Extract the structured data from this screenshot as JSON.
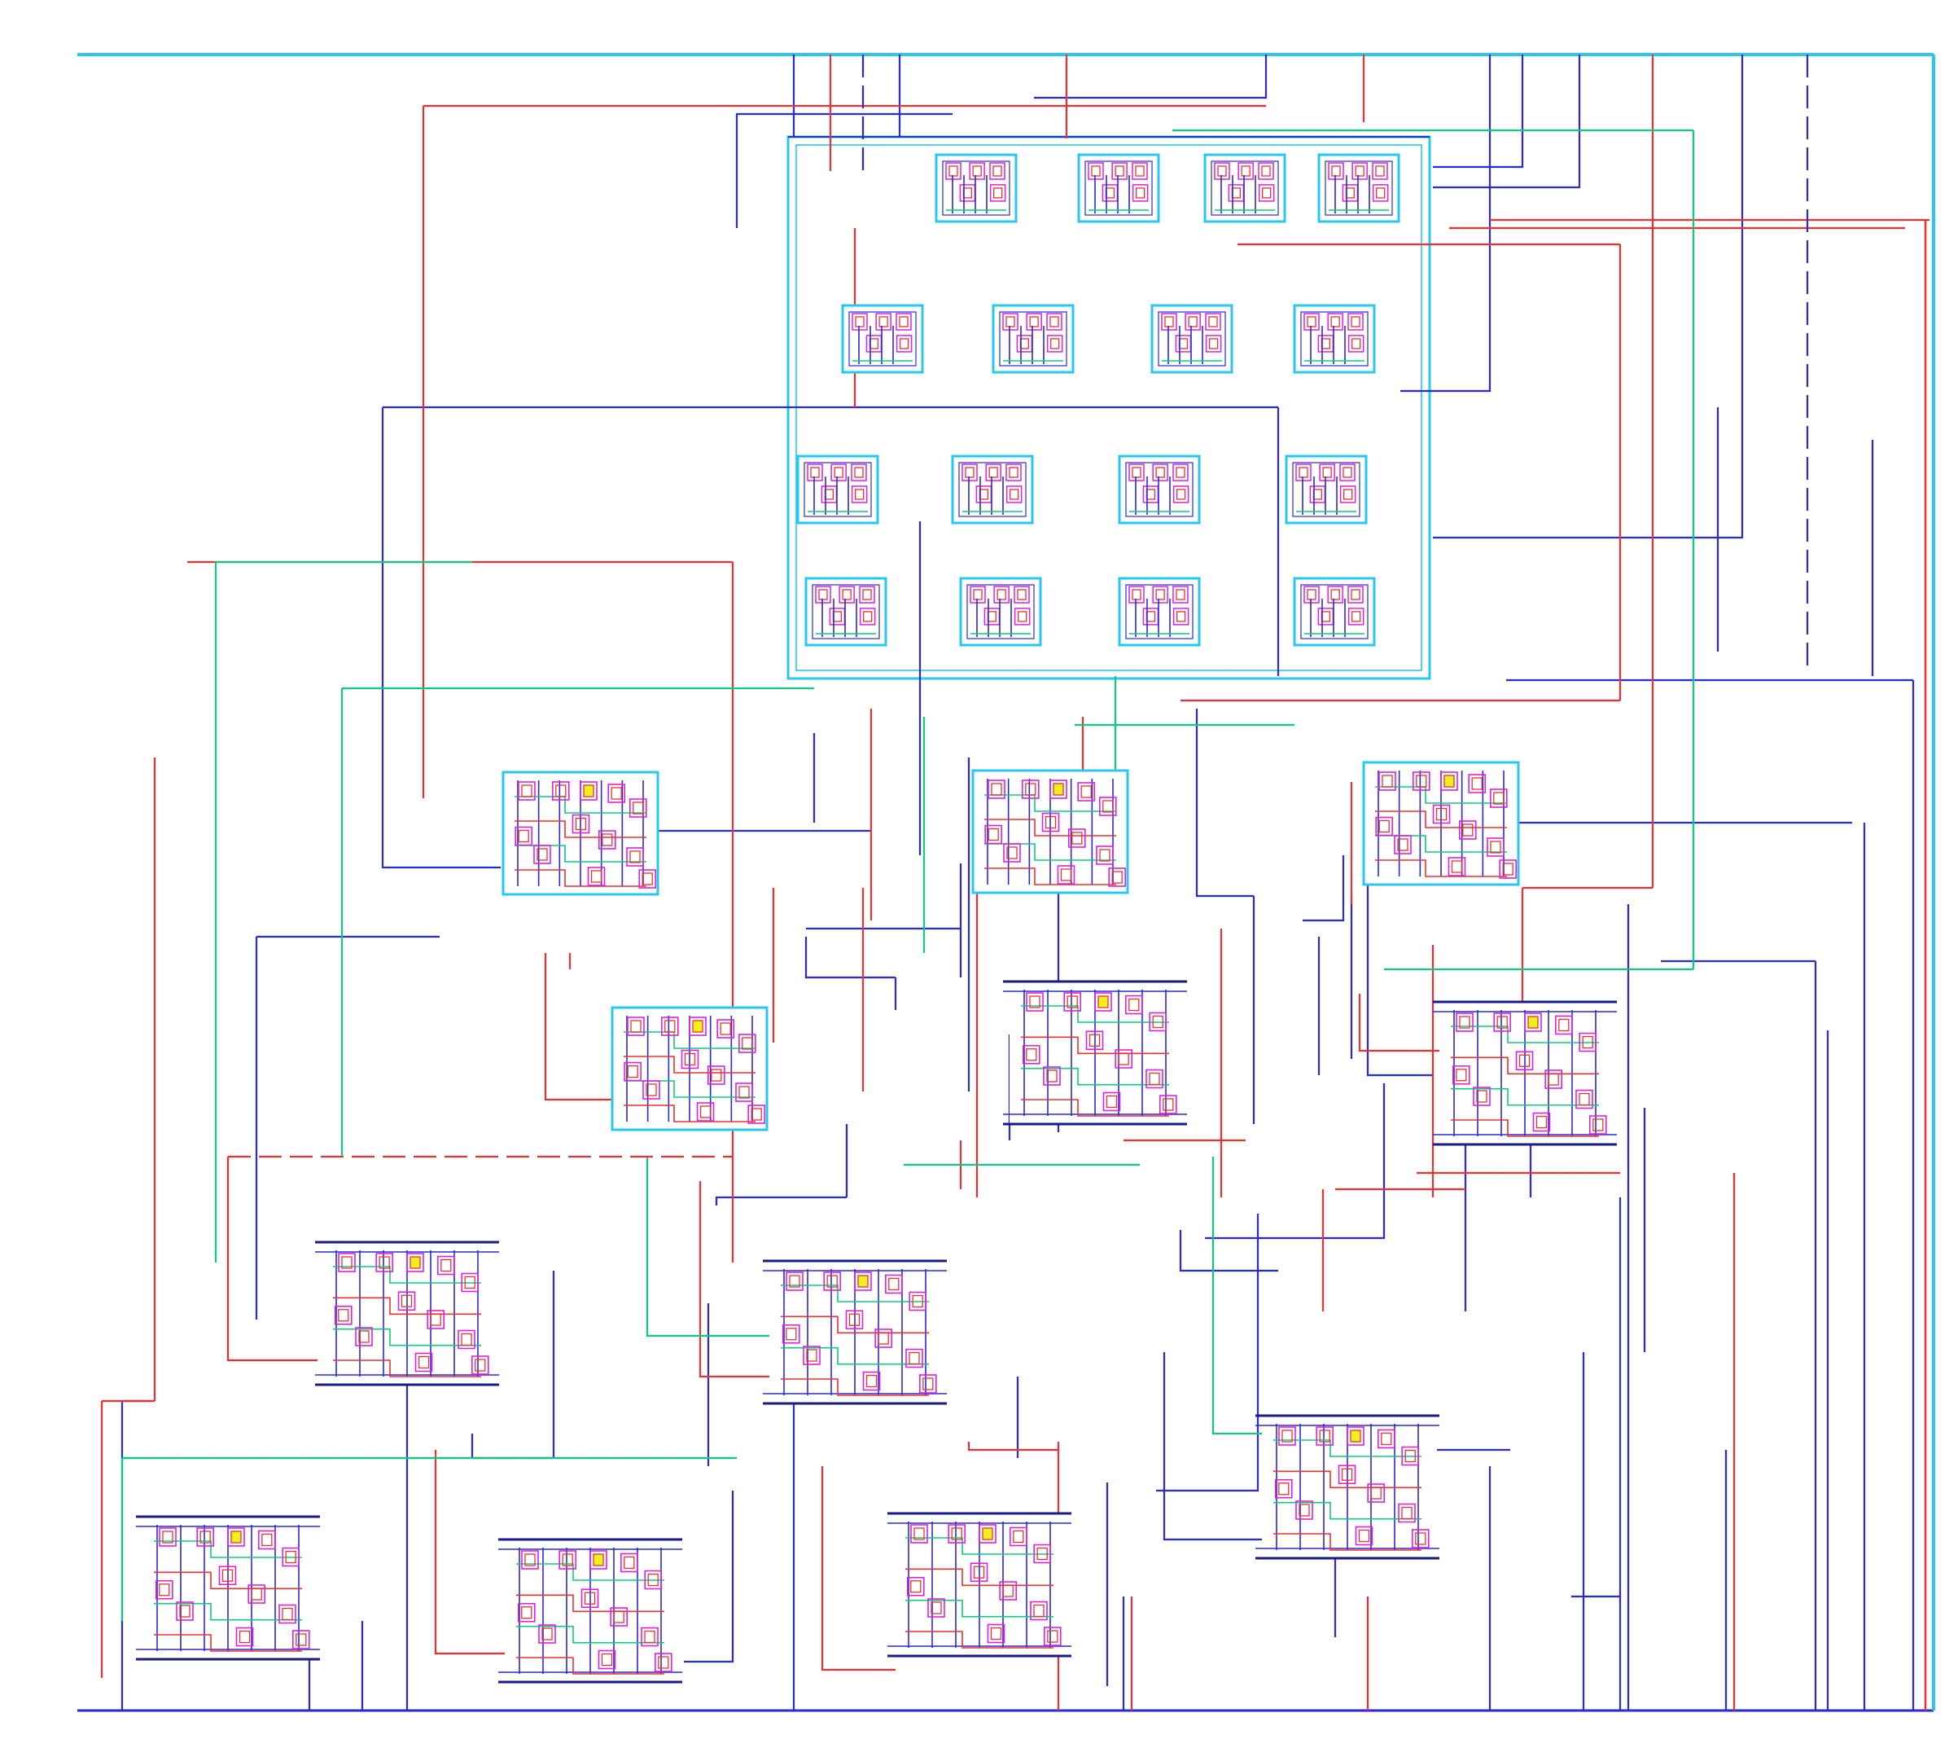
{
  "colors": {
    "background": "#ffffff",
    "hierarchy_frame": "#27c8f0",
    "blue_net": "#2a2ad8",
    "red_net": "#ee3030",
    "green_net": "#10c880",
    "magenta_pin": "#e020e0",
    "yellow_pin": "#f0f020",
    "black_rail": "#1a1a8a"
  },
  "icons": [
    "cell-block-icon",
    "power-rail-icon",
    "pin-shape-icon"
  ],
  "legend": {
    "layers": [
      "metal1-blue",
      "metal2-red",
      "metal3-green",
      "via-magenta",
      "contact-yellow"
    ]
  }
}
